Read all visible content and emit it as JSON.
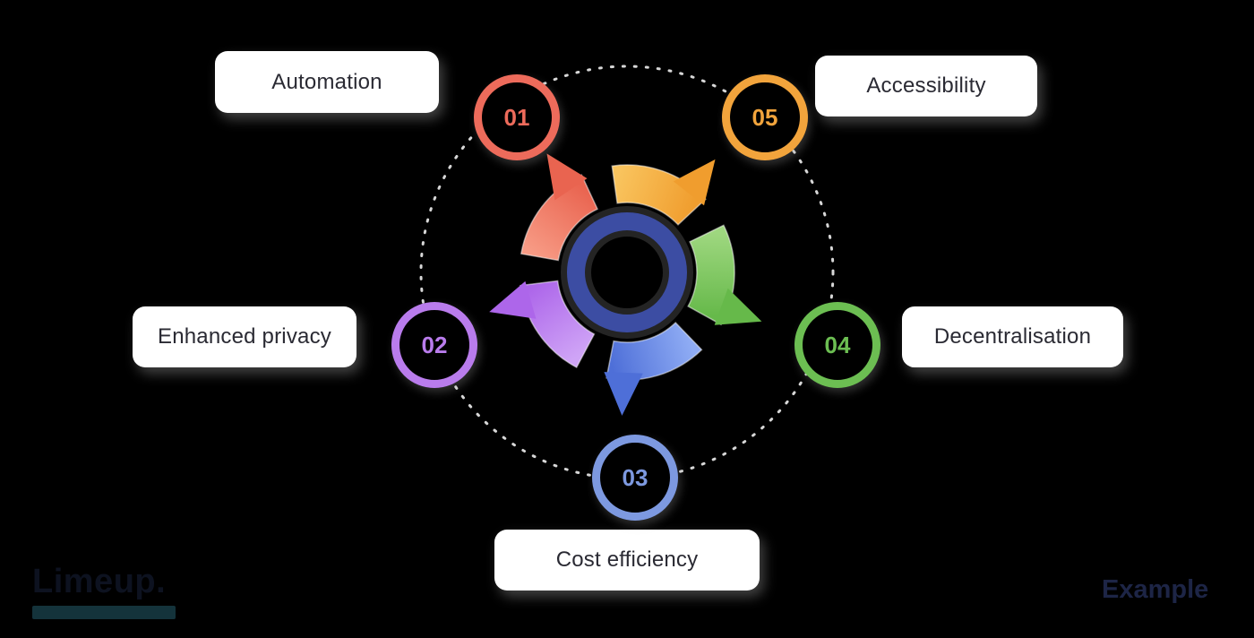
{
  "background": "#000000",
  "items": [
    {
      "number": "01",
      "label": "Automation",
      "color": "#ED6B5B"
    },
    {
      "number": "02",
      "label": "Enhanced privacy",
      "color": "#B97CEC"
    },
    {
      "number": "03",
      "label": "Cost efficiency",
      "color": "#7D99E0"
    },
    {
      "number": "04",
      "label": "Decentralisation",
      "color": "#6CBE52"
    },
    {
      "number": "05",
      "label": "Accessibility",
      "color": "#F2A43C"
    }
  ],
  "wheel": {
    "center_ring_color": "#3C4DA3",
    "orbit_color": "#d7d7d7",
    "span_deg": 55,
    "segments": [
      {
        "name": "red",
        "color": "#E96450",
        "light": "#F79A84",
        "end_angle": 115
      },
      {
        "name": "orange",
        "color": "#F09D2E",
        "light": "#F9C45E",
        "end_angle": 43
      },
      {
        "name": "green",
        "color": "#66B94A",
        "light": "#9ED77F",
        "end_angle": -29
      },
      {
        "name": "blue",
        "color": "#4E6FD8",
        "light": "#8FACF4",
        "end_angle": -101
      },
      {
        "name": "purple",
        "color": "#AD66EA",
        "light": "#CFA4F6",
        "end_angle": 187
      }
    ]
  },
  "footer": {
    "logo_text": "Limeup.",
    "watermark": "Example"
  }
}
